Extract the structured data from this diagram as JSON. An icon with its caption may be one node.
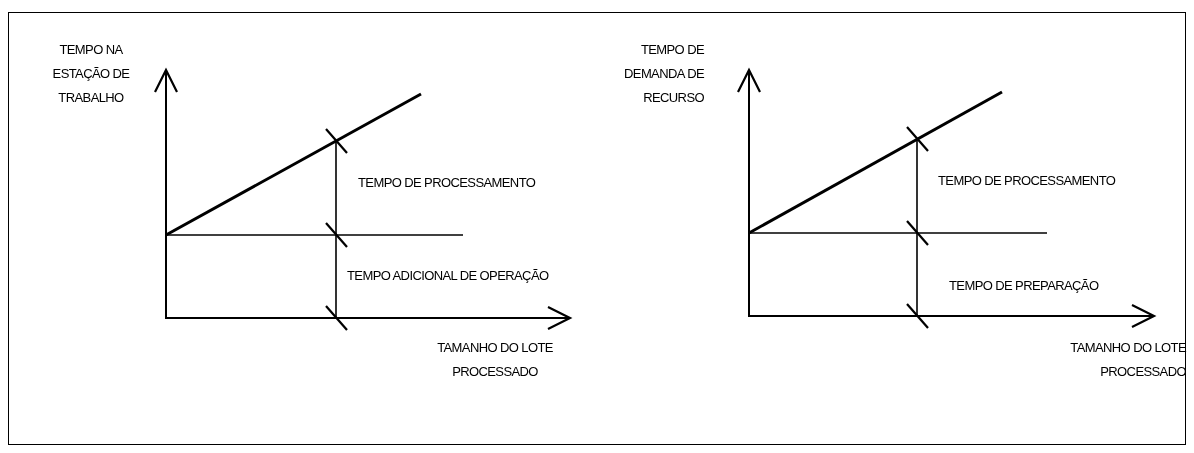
{
  "diagram": {
    "labels": [
      "TEMPO NA ESTAÇÃO DE TRABALHO",
      "TEMPO DE PROCESSAMENTO",
      "TEMPO ADICIONAL DE OPERAÇÃO",
      "TAMANHO DO LOTE PROCESSADO",
      "TEMPO DE DEMANDA DE RECURSO",
      "TEMPO DE PROCESSAMENTO",
      "TEMPO DE PREPARAÇÃO",
      "TAMANHO DO LOTE PROCESSADO"
    ]
  }
}
